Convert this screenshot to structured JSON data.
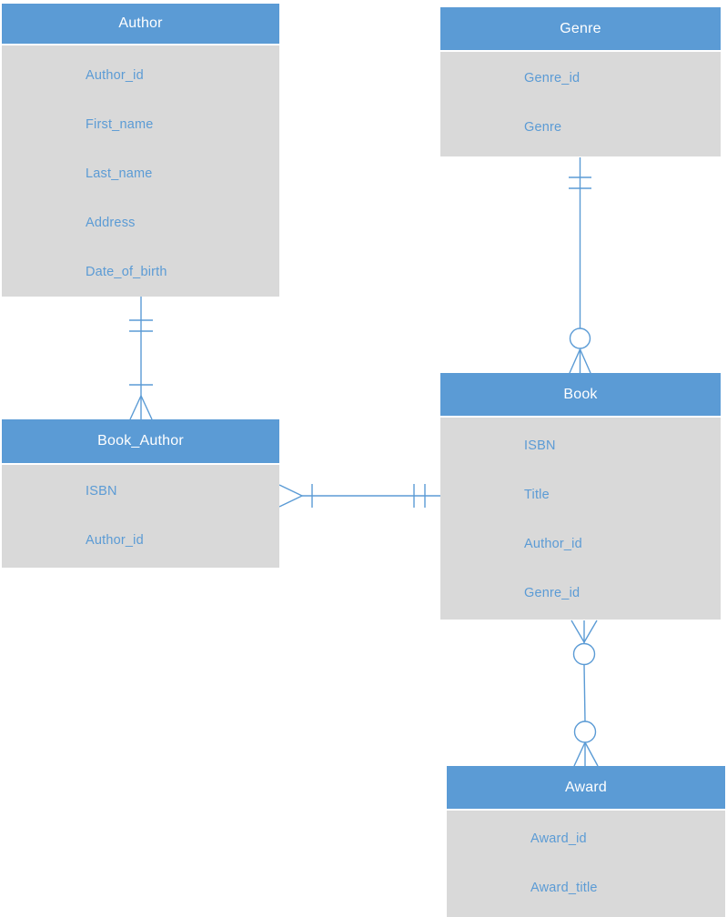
{
  "diagram": {
    "type": "entity-relationship-diagram",
    "colors": {
      "header_fill": "#5b9bd5",
      "header_text": "#ffffff",
      "body_fill": "#d9d9d9",
      "attribute_text": "#5b9bd5",
      "connector": "#5b9bd5",
      "background": "#ffffff"
    }
  },
  "entities": {
    "author": {
      "title": "Author",
      "attributes": [
        "Author_id",
        "First_name",
        "Last_name",
        "Address",
        "Date_of_birth"
      ]
    },
    "genre": {
      "title": "Genre",
      "attributes": [
        "Genre_id",
        "Genre"
      ]
    },
    "book": {
      "title": "Book",
      "attributes": [
        "ISBN",
        "Title",
        "Author_id",
        "Genre_id"
      ]
    },
    "book_author": {
      "title": "Book_Author",
      "attributes": [
        "ISBN",
        "Author_id"
      ]
    },
    "award": {
      "title": "Award",
      "attributes": [
        "Award_id",
        "Award_title"
      ]
    }
  },
  "relationships": [
    {
      "from": "Author",
      "to": "Book_Author",
      "from_end": "one-and-only-one",
      "to_end": "one-or-many"
    },
    {
      "from": "Genre",
      "to": "Book",
      "from_end": "one-and-only-one",
      "to_end": "zero-or-many"
    },
    {
      "from": "Book_Author",
      "to": "Book",
      "from_end": "one-or-many",
      "to_end": "one-and-only-one"
    },
    {
      "from": "Book",
      "to": "Award",
      "from_end": "zero-or-many",
      "to_end": "zero-or-many"
    }
  ]
}
